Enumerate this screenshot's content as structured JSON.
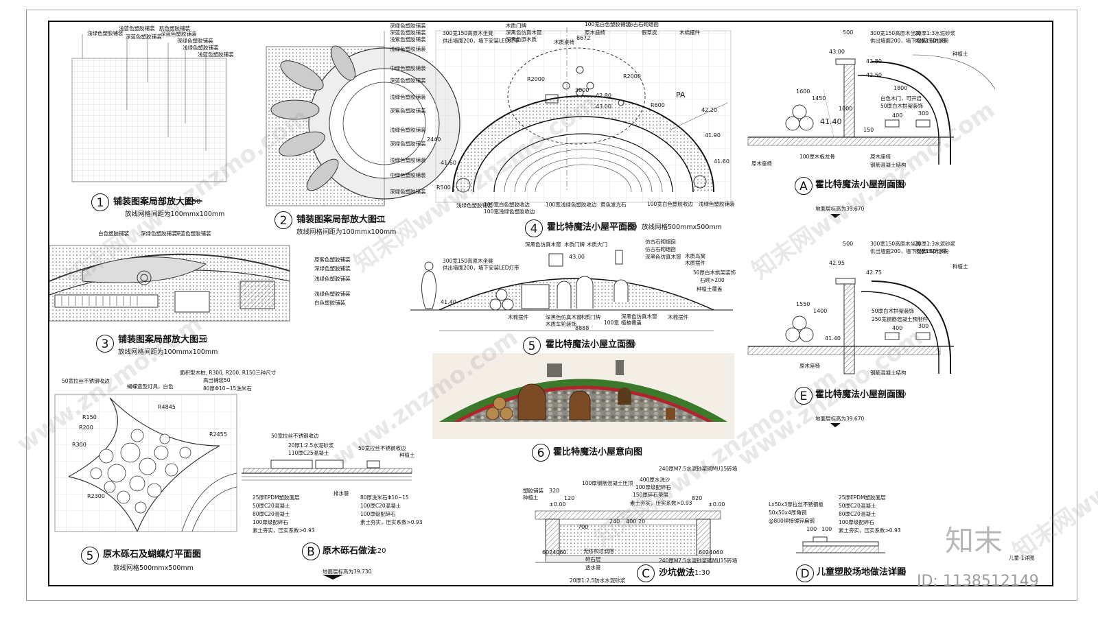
{
  "panels": {
    "p1": {
      "num": "1",
      "title": "铺装图案局部放大图一",
      "scale": "1:50",
      "sub": "放线网格间距为100mmx100mm"
    },
    "p2": {
      "num": "2",
      "title": "铺装图案局部放大图二",
      "scale": "1:50",
      "sub": "放线网格间距为100mmx100mm"
    },
    "p3": {
      "num": "3",
      "title": "铺装图案局部放大图三",
      "scale": "1:50",
      "sub": "放线网格间距为100mmx100mm"
    },
    "p4": {
      "num": "4",
      "title": "霍比特魔法小屋平面图",
      "scale": "1:50",
      "sub": "放线网格500mmx500mm"
    },
    "p5a": {
      "num": "5",
      "title": "霍比特魔法小屋立面图",
      "scale": "1:50"
    },
    "p6": {
      "num": "6",
      "title": "霍比特魔法小屋意向图"
    },
    "p5b": {
      "num": "5",
      "title": "原木砾石及蝴蝶灯平面图",
      "scale": "1:50",
      "sub": "放线网格500mmx500mm"
    },
    "pB": {
      "num": "B",
      "title": "原木砾石做法",
      "scale": "1:20"
    },
    "pC": {
      "num": "C",
      "title": "沙坑做法",
      "scale": "1:30"
    },
    "pD": {
      "num": "D",
      "title": "儿童塑胶场地做法详图",
      "scale": "1:20"
    },
    "pA": {
      "num": "A",
      "title": "霍比特魔法小屋剖面图",
      "scale": "1:30"
    },
    "pE": {
      "num": "E",
      "title": "霍比特魔法小屋剖面图",
      "scale": "1:30"
    }
  },
  "labels": {
    "p1_top": [
      "浅绿色塑胶铺装",
      "浅蓝色塑胶铺装",
      "深蓝色塑胶铺装",
      "肌色塑胶铺装",
      "深蓝色塑胶铺装",
      "深绿色塑胶铺装",
      "浅绿色塑胶铺装",
      "浅蓝色塑胶铺装"
    ],
    "p2_right": [
      "深绿色塑胶铺装",
      "深蓝色塑胶铺装",
      "浅紫色塑胶铺装",
      "浅绿色塑胶铺装",
      "中绿色塑胶铺装",
      "深蓝色塑胶铺装",
      "浅绿色塑胶铺装",
      "深紫色塑胶铺装",
      "浅绿色塑胶铺装",
      "深绿色塑胶铺装",
      "浅绿色塑胶铺装",
      "中绿色塑胶铺装",
      "深绿色塑胶铺装"
    ],
    "p3_top": [
      "白色塑胶铺装",
      "深绿色塑胶铺装",
      "深蓝色塑胶铺装"
    ],
    "p3_right": [
      "原紫色塑胶铺装",
      "深绿色塑胶铺装",
      "浅绿色塑胶铺装",
      "浅绿色塑胶铺装",
      "白色塑胶铺装"
    ],
    "p4_top": [
      "300宽150高原木坐凳",
      "供出墙面200，墙下安装LED灯带",
      "木质门牌",
      "深黑色仿真木窗",
      "深黑色原木质",
      "木质桌椅",
      "100宽白色塑胶铺装",
      "原木座椅",
      "仿古石砌烟囱",
      "假草皮",
      "木棉摆件"
    ],
    "p4_bottom": [
      "浅绿色塑胶铺装",
      "100宽白色塑胶收边",
      "100宽浅绿色塑胶收边",
      "100宽浅绿色塑胶收边",
      "黄色发光石",
      "100宽白色塑胶收边",
      "浅绿色塑胶铺装"
    ],
    "p4_elev": [
      "PA",
      "42.80",
      "43.00",
      "42.20",
      "41.90",
      "41.60",
      "41.60",
      "R2000",
      "R2000",
      "R500",
      "8672",
      "2440",
      "3000",
      "R600"
    ],
    "p5a_top": [
      "深黑色仿真木窗",
      "木质门牌",
      "木质大门",
      "仿古石砌烟囱",
      "300宽150高原木坐凳",
      "供出墙面200，墙下安装LED灯带",
      "仿古石砌烟囱",
      "深黑色仿真木窗",
      "木质鸟窝",
      "木质摆件",
      "50厚白木拱架装饰",
      "石砌>200",
      "种植土覆盖"
    ],
    "p5a_bottom": [
      "木棉摆件",
      "深黑色仿真木窗",
      "木质门牌",
      "100宽",
      "植被覆盖",
      "木棉摆件",
      "木质车轮装饰",
      "深黑色仿真木窗"
    ],
    "p5a_dims": [
      "43.00",
      "41.40",
      "8888"
    ],
    "p5b_top": [
      "50宽拉丝不锈钢收边",
      "蝴蝶造型灯具，白色",
      "面积型木桩, R300, R200, R150三种尺寸",
      "高出铺装50",
      "80厚Φ10~15洗米石"
    ],
    "p5b_dims": [
      "R150",
      "R200",
      "R300",
      "R2300",
      "R2455",
      "R4845"
    ],
    "pB_notes": [
      "50宽拉丝不锈钢收边",
      "20厚1:2.5水泥砂浆",
      "110厚C25混凝土",
      "50宽拉丝不锈钢收边",
      "种植土"
    ],
    "pB_left": [
      "25厚EPDM塑胶面层",
      "50厚C20混凝土",
      "80厚C20混凝土",
      "100厚级配碎石",
      "素土夯实，压实系数>0.93"
    ],
    "pB_right": [
      "80厚洗米石Φ10~15",
      "100厚C20混凝土",
      "100厚级配碎石",
      "素土夯实，压实系数>0.93"
    ],
    "pB_misc": [
      "排水管",
      "地面层标高为39.730"
    ],
    "pC_notes": [
      "240厚M7.5水泥砂浆砌MU15砖墙",
      "400厚水洗沙",
      "100厚级配碎石",
      "150厚碎石垫层",
      "素土夯实，压实系数>0.93",
      "100厚钢筋混凝土压顶",
      "塑胶铺装",
      "种植土"
    ],
    "pC_bottom": [
      "无纺布过滤层",
      "碎石层",
      "透水管",
      "20厚1:2.5防水水泥砂浆",
      "240厚M7.5水泥砂浆砌MU15砖墙"
    ],
    "pC_dims": [
      "320",
      "±0.00",
      "±0.00",
      "120",
      "820",
      "700",
      "240",
      "400",
      "20",
      "6024060",
      "6024060"
    ],
    "pD_notes": [
      "25厚EPDM塑胶面层",
      "50厚C20混凝土",
      "80厚C20混凝土",
      "100厚级配碎石",
      "素土夯实，压实系数>0.93"
    ],
    "pD_left": [
      "Lx50x3厚拉丝不锈钢板",
      "50x50x4厚角钢",
      "@800焊接镀锌扁钢"
    ],
    "pD_misc": [
      "100",
      "100",
      "儿童-1详图"
    ],
    "pA_notes": [
      "300宽150高原木坐凳",
      "供出墙面200，墙下安装LED灯带",
      "20厚1:3水泥砂浆",
      "内掺3%防水粉",
      "种植土",
      "白色木门，可开启",
      "50厚白木拱架装饰",
      "原木座椅",
      "100厚木板龙骨",
      "原木座椅",
      "钢筋混凝土结构"
    ],
    "pA_dims": [
      "500",
      "43.00",
      "42.80",
      "42.50",
      "1800",
      "1600",
      "1450",
      "1000",
      "41.40",
      "400",
      "300",
      "150"
    ],
    "pE_notes": [
      "300宽150高原木坐凳",
      "供出墙面200，墙下安装LED灯带",
      "20厚1:3水泥砂浆",
      "内掺3%防水粉",
      "种植土",
      "50厚白木拱架装饰",
      "250宽钢筋混凝土预制件",
      "原木座椅",
      "钢筋混凝土结构"
    ],
    "pE_dims": [
      "500",
      "42.95",
      "42.75",
      "1550",
      "1400",
      "41.40",
      "400",
      "300"
    ],
    "elev_note": "地面层标高为39.670",
    "elev_note2": "地面层标高为39.670"
  },
  "footer": {
    "logo": "知末",
    "id": "ID: 1138512149"
  },
  "watermarks": [
    "知末网www.znzmo.com",
    "www.znzmo.com",
    "知末网www.znzmo.com",
    "www.znzmo.com",
    "知末网www.znzmo.com",
    "知末网www.znzmo.com",
    "知末网www.znzmo.com",
    "www.znzmo.com"
  ],
  "colors": {
    "ink": "#111111",
    "grass": "#3b7a2a",
    "soil": "#b0252b",
    "stone": "#7d7a74",
    "wood": "#7a4b24"
  }
}
